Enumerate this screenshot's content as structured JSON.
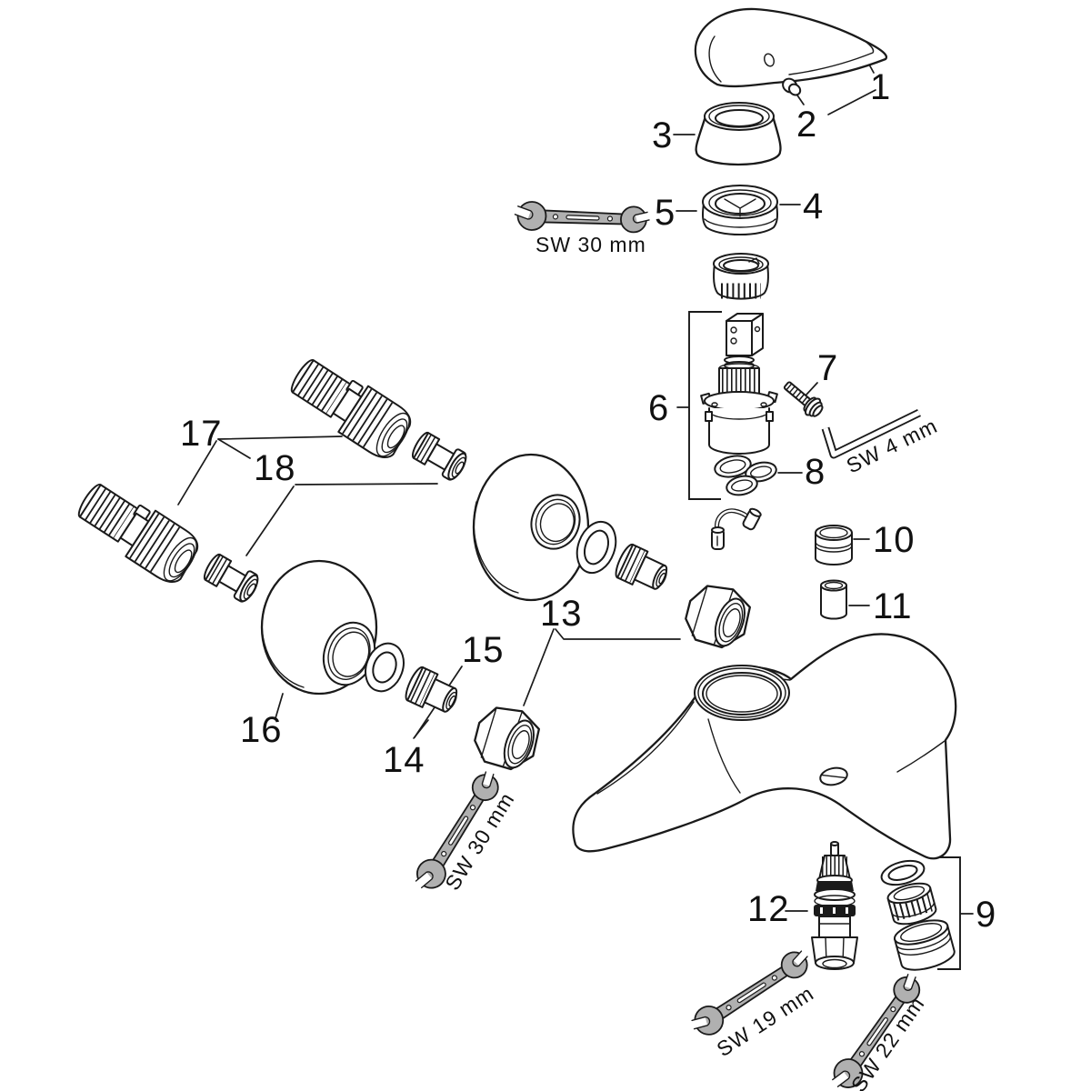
{
  "parts": {
    "p1": "1",
    "p2": "2",
    "p3": "3",
    "p4": "4",
    "p5": "5",
    "p6": "6",
    "p7": "7",
    "p8": "8",
    "p9": "9",
    "p10": "10",
    "p11": "11",
    "p12": "12",
    "p13": "13",
    "p14": "14",
    "p15": "15",
    "p16": "16",
    "p17": "17",
    "p18": "18"
  },
  "tools": {
    "sw30_top": "SW 30 mm",
    "sw30_mid": "SW 30 mm",
    "sw4": "SW 4 mm",
    "sw19": "SW 19 mm",
    "sw22": "SW 22 mm"
  },
  "colors": {
    "line": "#1a1a1a",
    "text": "#111111",
    "wrench_fill": "#b0b0b0",
    "background": "#ffffff"
  }
}
